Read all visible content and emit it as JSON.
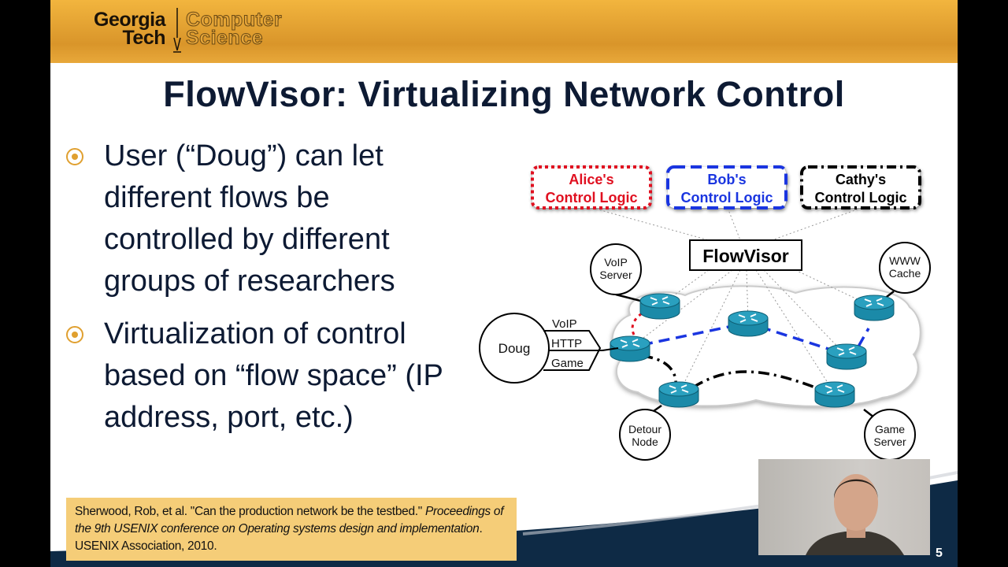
{
  "logo": {
    "line1": "Georgia",
    "line2": "Tech",
    "dept1": "Computer",
    "dept2": "Science"
  },
  "title": "FlowVisor: Virtualizing Network Control",
  "bullets": [
    "User (“Doug”) can let different flows be controlled by different groups of researchers",
    "Virtualization of control based on “flow space” (IP address, port, etc.)"
  ],
  "diagram": {
    "controllers": [
      {
        "line1": "Alice's",
        "line2": "Control Logic",
        "color": "#e01020"
      },
      {
        "line1": "Bob's",
        "line2": "Control Logic",
        "color": "#1a35e0"
      },
      {
        "line1": "Cathy's",
        "line2": "Control Logic",
        "color": "#000000"
      }
    ],
    "flowvisor": "FlowVisor",
    "hosts": {
      "doug": "Doug",
      "voip_server": [
        "VoIP",
        "Server"
      ],
      "www_cache": [
        "WWW",
        "Cache"
      ],
      "detour_node": [
        "Detour",
        "Node"
      ],
      "game_server": [
        "Game",
        "Server"
      ]
    },
    "flows": [
      "VoIP",
      "HTTP",
      "Game"
    ],
    "router_color": "#1b8aa8"
  },
  "citation": {
    "part1": "Sherwood, Rob, et al. \"Can the production network be the testbed.\"",
    "part2": "Proceedings of the 9th USENIX conference on Operating systems design and implementation",
    "part3": ". USENIX Association, 2010."
  },
  "page_number": "5",
  "colors": {
    "header": "#e0a030",
    "navy": "#0e2a45",
    "citation_bg": "#f5cd78"
  }
}
